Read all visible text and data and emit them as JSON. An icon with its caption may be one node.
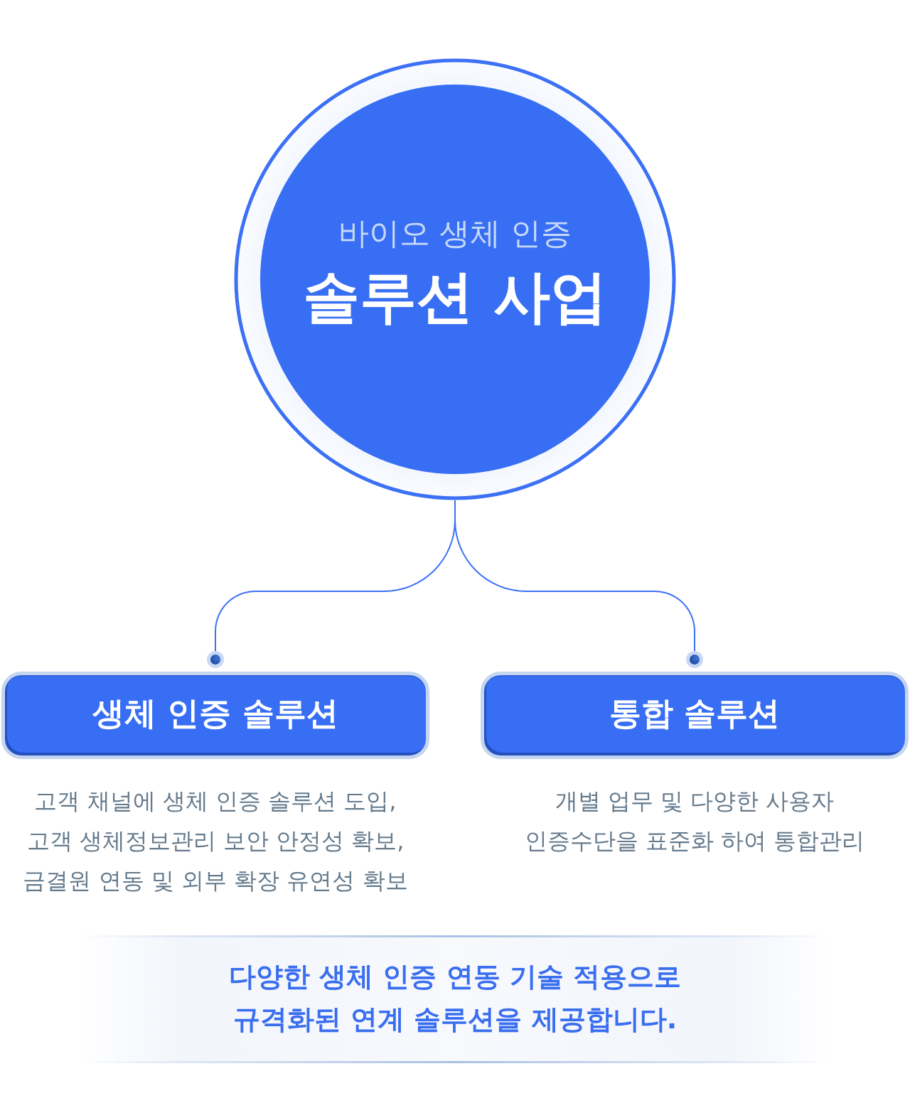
{
  "diagram": {
    "nodes": [
      {
        "text": [
          "바이오 생체 인증",
          "솔루션 사업"
        ]
      },
      {
        "text": [
          "생체 인증 솔루션"
        ],
        "beside": [
          "고객 채널에 생체 인증 솔루션 도입, 고객 생체정보관리 보안 안정성 확보, 금결원 연동 및 외부 확장 유연성 확보"
        ]
      },
      {
        "text": [
          "통합 솔루션"
        ],
        "beside": [
          "개별 업무 및 다양한 사용자 인증수단을 표준화 하여 통합관리"
        ]
      },
      {
        "text": [
          "다양한 생체 인증 연동 기술 적용으로 규격화된 연계 솔루션을 제공합니다."
        ]
      }
    ],
    "edges": [
      {
        "from": 0,
        "to": 1,
        "arrow": "other"
      },
      {
        "from": 0,
        "to": 2,
        "arrow": "other"
      }
    ]
  }
}
